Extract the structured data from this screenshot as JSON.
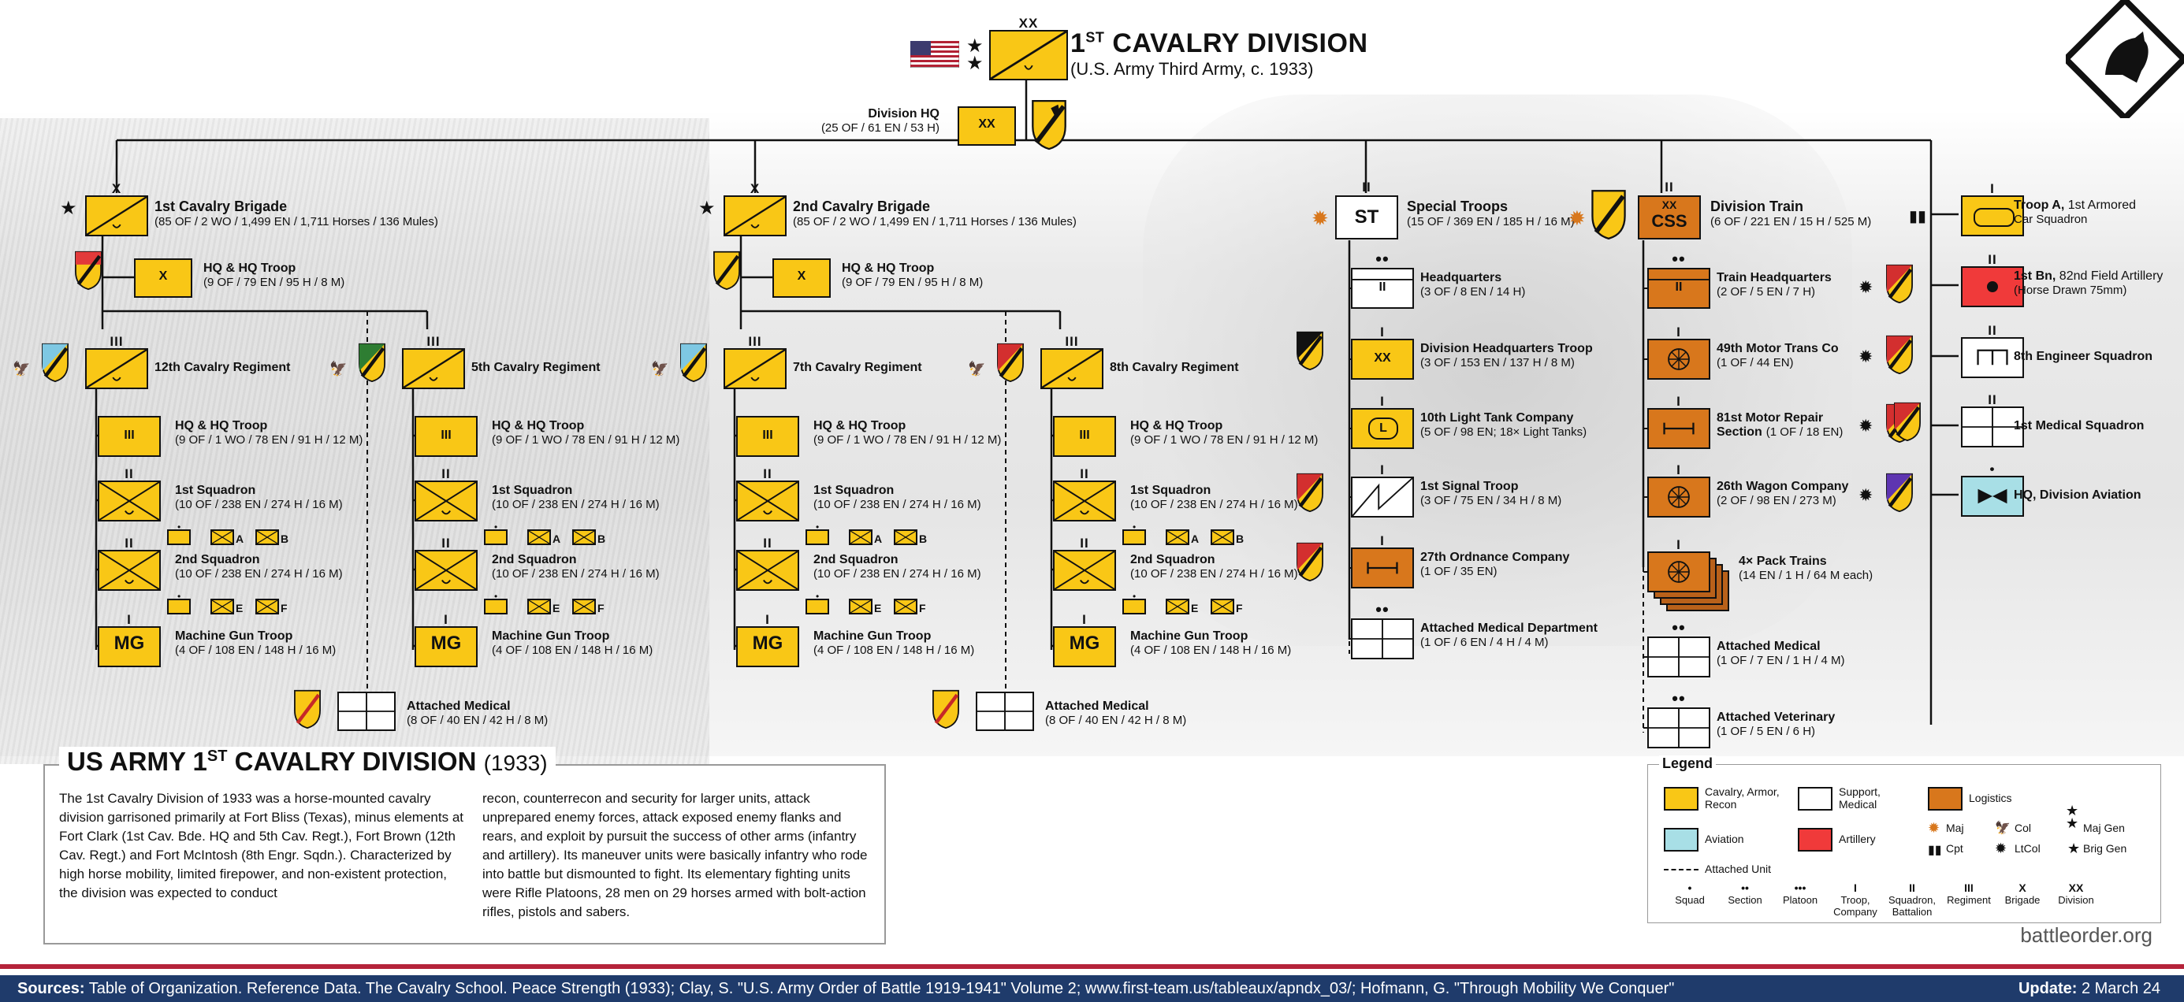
{
  "title": {
    "main": "1ST CAVALRY DIVISION",
    "sup": "ST",
    "sub": "(U.S. Army Third Army, c. 1933)",
    "echelon": "XX"
  },
  "division_hq": {
    "name": "Division HQ",
    "detail": "(25 OF / 61 EN / 53 H)",
    "mark": "XX"
  },
  "brigades": [
    {
      "name": "1st Cavalry Brigade",
      "detail": "(85 OF / 2 WO / 1,499 EN / 1,711 Horses / 136 Mules)",
      "hq": {
        "name": "HQ & HQ Troop",
        "detail": "(9 OF / 79 EN / 95 H / 8 M)",
        "mark": "X"
      },
      "regiments": [
        {
          "name": "12th Cavalry Regiment",
          "letters": [
            "A",
            "B",
            "E",
            "F"
          ]
        },
        {
          "name": "5th Cavalry Regiment",
          "letters": [
            "A",
            "B",
            "E",
            "F"
          ]
        }
      ],
      "medical": {
        "name": "Attached Medical",
        "detail": "(8 OF / 40 EN / 42 H / 8 M)"
      }
    },
    {
      "name": "2nd Cavalry Brigade",
      "detail": "(85 OF / 2 WO / 1,499 EN / 1,711 Horses / 136 Mules)",
      "hq": {
        "name": "HQ & HQ Troop",
        "detail": "(9 OF / 79 EN / 95 H / 8 M)",
        "mark": "X"
      },
      "regiments": [
        {
          "name": "7th Cavalry Regiment",
          "letters": [
            "A",
            "B",
            "E",
            "F"
          ]
        },
        {
          "name": "8th Cavalry Regiment",
          "letters": [
            "A",
            "B",
            "E",
            "F"
          ]
        }
      ],
      "medical": {
        "name": "Attached Medical",
        "detail": "(8 OF / 40 EN / 42 H / 8 M)"
      }
    }
  ],
  "regiment_units": [
    {
      "name": "HQ & HQ Troop",
      "detail": "(9 OF / 1 WO / 78 EN / 91 H / 12 M)",
      "mark": "III"
    },
    {
      "name": "1st Squadron",
      "detail": "(10 OF / 238 EN / 274 H / 16 M)"
    },
    {
      "name": "2nd Squadron",
      "detail": "(10 OF / 238 EN / 274 H / 16 M)"
    },
    {
      "name": "Machine Gun Troop",
      "detail": "(4 OF / 108 EN / 148 H / 16 M)",
      "mark": "MG"
    }
  ],
  "special_troops": {
    "name": "Special Troops",
    "detail": "(15 OF / 369 EN / 185 H / 16 M)",
    "mark": "ST",
    "units": [
      {
        "name": "Headquarters",
        "detail": "(3 OF / 8 EN / 14 H)",
        "mark": "II"
      },
      {
        "name": "Division Headquarters Troop",
        "detail": "(3 OF / 153 EN / 137 H / 8 M)",
        "mark": "XX"
      },
      {
        "name": "10th Light Tank Company",
        "detail": "(5 OF / 98 EN; 18× Light Tanks)",
        "mark": "L"
      },
      {
        "name": "1st Signal Troop",
        "detail": "(3 OF / 75 EN / 34 H / 8 M)"
      },
      {
        "name": "27th Ordnance Company",
        "detail": "(1 OF / 35 EN)"
      },
      {
        "name": "Attached Medical Department",
        "detail": "(1 OF / 6 EN / 4 H / 4 M)"
      }
    ]
  },
  "division_train": {
    "name": "Division Train",
    "detail": "(6 OF / 221 EN / 15 H / 525 M)",
    "mark": "CSS",
    "echelon": "XX",
    "units": [
      {
        "name": "Train Headquarters",
        "detail": "(2 OF / 5 EN / 7 H)",
        "mark": "II"
      },
      {
        "name": "49th Motor Trans Co",
        "detail": "(1 OF / 44 EN)"
      },
      {
        "name": "81st Motor Repair",
        "name2": "Section",
        "detail": "(1 OF / 18 EN)"
      },
      {
        "name": "26th Wagon Company",
        "detail": "(2 OF / 98 EN / 273 M)"
      },
      {
        "name": "4× Pack Trains",
        "detail": "(14 EN / 1 H / 64 M each)"
      },
      {
        "name": "Attached Medical",
        "detail": "(1 OF / 7 EN / 1 H / 4 M)"
      },
      {
        "name": "Attached Veterinary",
        "detail": "(1 OF / 5 EN / 6 H)"
      }
    ]
  },
  "divisional_units": [
    {
      "name": "Troop A,",
      "name_rest": " 1st Armored",
      "detail": "Car Squadron"
    },
    {
      "name": "1st Bn,",
      "name_rest": " 82nd Field Artillery",
      "detail": "(Horse Drawn 75mm)"
    },
    {
      "name": "8th Engineer Squadron"
    },
    {
      "name": "1st Medical Squadron"
    },
    {
      "name": "HQ, Division Aviation"
    }
  ],
  "info": {
    "heading": "US ARMY 1ST CAVALRY DIVISION",
    "heading_year": "(1933)",
    "col1": "The 1st Cavalry Division of 1933 was a horse-mounted cavalry division garrisoned primarily at Fort Bliss (Texas), minus elements at Fort Clark (1st Cav. Bde. HQ and 5th Cav. Regt.), Fort Brown (12th Cav. Regt.) and Fort McIntosh (8th Engr. Sqdn.). Characterized by high horse mobility, limited firepower, and non-existent protection, the division was expected to conduct",
    "col2": "recon, counterrecon and security for larger units, attack unprepared enemy forces, attack exposed enemy flanks and rears, and exploit by pursuit the success of other arms (infantry and artillery). Its maneuver units were basically infantry who rode into battle but dismounted to fight. Its elementary fighting units were Rifle Platoons, 28 men on 29 horses armed with bolt-action rifles, pistols and sabers."
  },
  "legend": {
    "title": "Legend",
    "items": [
      {
        "label": "Cavalry, Armor, Recon",
        "color": "#f9c716"
      },
      {
        "label": "Support, Medical",
        "color": "#ffffff"
      },
      {
        "label": "Logistics",
        "color": "#d8771c"
      },
      {
        "label": "Aviation",
        "color": "#a8dfe6"
      },
      {
        "label": "Artillery",
        "color": "#f03a3a"
      }
    ],
    "ranks": [
      "Maj",
      "Col",
      "Maj Gen",
      "Cpt",
      "LtCol",
      "Brig Gen"
    ],
    "attached": "Attached Unit",
    "echelons": [
      {
        "mark": "•",
        "label": "Squad"
      },
      {
        "mark": "••",
        "label": "Section"
      },
      {
        "mark": "•••",
        "label": "Platoon"
      },
      {
        "mark": "I",
        "label": "Troop, Company"
      },
      {
        "mark": "II",
        "label": "Squadron, Battalion"
      },
      {
        "mark": "III",
        "label": "Regiment"
      },
      {
        "mark": "X",
        "label": "Brigade"
      },
      {
        "mark": "XX",
        "label": "Division"
      }
    ]
  },
  "brand": "battleorder.org",
  "footer": {
    "sources_label": "Sources:",
    "sources": " Table of Organization. Reference Data. The Cavalry School. Peace Strength (1933); Clay, S. \"U.S. Army Order of Battle 1919-1941\" Volume 2; www.first-team.us/tableaux/apndx_03/; Hofmann, G. \"Through Mobility We Conquer\"",
    "update_label": "Update:",
    "update": " 2 March 24"
  },
  "colors": {
    "cavalry": "#f9c716",
    "support": "#ffffff",
    "logistics": "#d8771c",
    "aviation": "#a8dfe6",
    "artillery": "#f03a3a",
    "footer": "#1f3b6b"
  }
}
